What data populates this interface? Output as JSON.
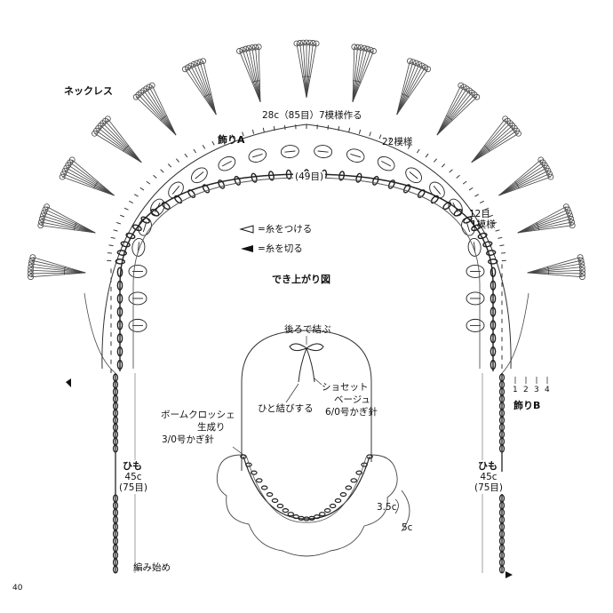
{
  "title": "ネックレス",
  "labels": {
    "repeat_outer": "28c（85目）7模様作る",
    "decoration_a": "飾りA",
    "repeat_a": "22模様",
    "count_49": "(49目)",
    "one_pattern_1": "12目",
    "one_pattern_2": "1模様",
    "decoration_b": "飾りB",
    "numbers": [
      "1",
      "2",
      "3",
      "4"
    ],
    "attach_thread": "=糸をつける",
    "cut_thread": "=糸を切る",
    "finished_diagram": "でき上がり図",
    "tie_back": "後ろで結ぶ",
    "single_knot": "ひと結びする",
    "yarn_1_l1": "ボームクロッシェ",
    "yarn_1_l2": "生成り",
    "yarn_1_l3": "3/0号かぎ針",
    "yarn_2_l1": "ショセット",
    "yarn_2_l2": "ベージュ",
    "yarn_2_l3": "6/0号かぎ針",
    "string_left_l1": "ひも",
    "string_left_l2": "45c",
    "string_left_l3": "(75目)",
    "string_right_l1": "ひも",
    "string_right_l2": "45c",
    "string_right_l3": "(75目)",
    "start_knit": "編み始め",
    "dim_small": "3.5c",
    "dim_large": "5c",
    "page_number": "40"
  },
  "colors": {
    "line": "#222222",
    "light": "#666666",
    "background": "#ffffff"
  }
}
